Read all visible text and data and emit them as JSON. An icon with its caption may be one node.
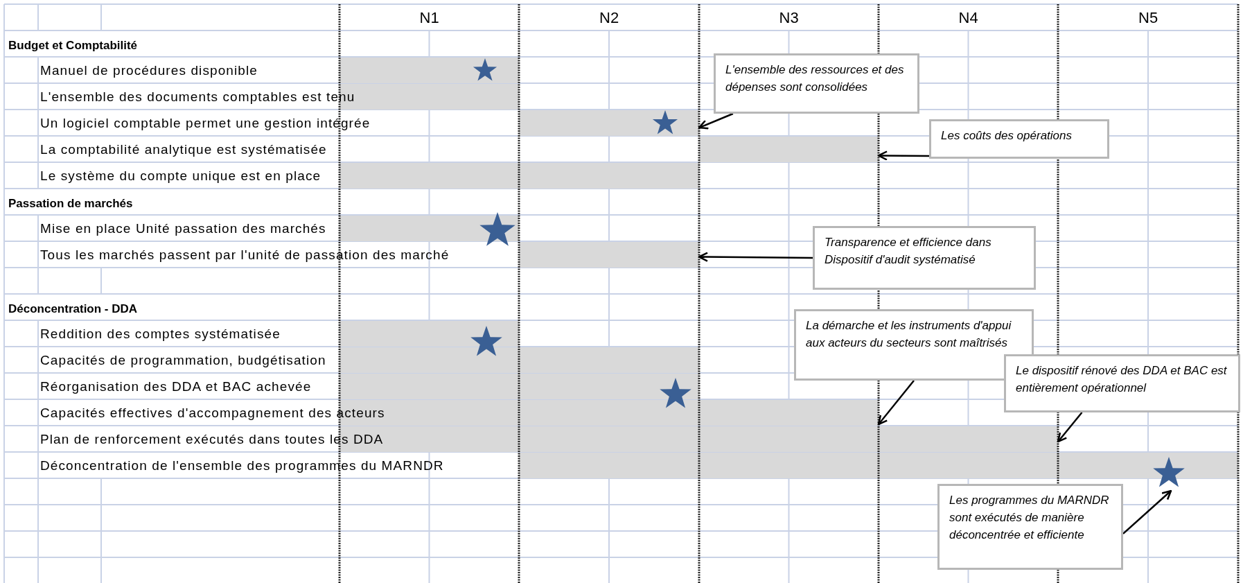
{
  "diagram": {
    "nodes": [
      {
        "text": [
          "L'ensemble des ressources et des dépenses sont consolidées"
        ]
      },
      {
        "text": [],
        "shape": "bar"
      },
      {
        "text": [],
        "shape": "star",
        "in": 1
      },
      {
        "text": [],
        "shape": "bar"
      },
      {
        "text": [],
        "shape": "bar"
      },
      {
        "text": [],
        "shape": "star",
        "in": 4
      },
      {
        "text": [
          "Les coûts des opérations"
        ]
      },
      {
        "text": [],
        "shape": "bar"
      },
      {
        "text": [],
        "shape": "bar"
      },
      {
        "text": [],
        "shape": "bar"
      },
      {
        "text": [],
        "shape": "star"
      },
      {
        "text": [
          "Transparence et efficience dans",
          "Dispositif d'audit systématisé"
        ]
      },
      {
        "text": [],
        "shape": "bar"
      },
      {
        "text": [
          "La démarche et les instruments d'appui aux acteurs du secteurs sont maîtrisés"
        ]
      },
      {
        "text": [],
        "shape": "bar"
      },
      {
        "text": [],
        "shape": "star"
      },
      {
        "text": [
          "Le dispositif rénové des DDA et BAC est entièrement opérationnel"
        ]
      },
      {
        "text": [],
        "shape": "bar"
      },
      {
        "text": [],
        "shape": "bar"
      },
      {
        "text": [],
        "shape": "star"
      },
      {
        "text": [],
        "shape": "bar"
      },
      {
        "text": [],
        "shape": "bar"
      },
      {
        "text": [],
        "shape": "bar"
      },
      {
        "text": [],
        "shape": "star"
      },
      {
        "text": [
          "Les programmes du MARNDR sont exécutés de manière déconcentrée et efficiente"
        ]
      }
    ],
    "edges": [
      {
        "from": 0,
        "to": 4,
        "arrow": "to"
      },
      {
        "from": 6,
        "to": 7,
        "arrow": "to"
      },
      {
        "from": 11,
        "to": 12,
        "arrow": "to"
      },
      {
        "from": 13,
        "to": 20,
        "arrow": "to"
      },
      {
        "from": 16,
        "to": 21,
        "arrow": "to"
      },
      {
        "from": 24,
        "to": 23,
        "arrow": "to"
      }
    ],
    "labels": [
      "N1",
      "N2",
      "N3",
      "N4",
      "N5",
      "Budget et Comptabilité",
      "Manuel de procédures disponible",
      "L'ensemble des documents comptables est tenu",
      "Un logiciel comptable permet une gestion intégrée",
      "La comptabilité analytique est systématisée",
      "Le système du compte unique est en place",
      "Passation de marchés",
      "Mise en place Unité passation des marchés",
      "Tous les marchés passent par l'unité de passation des marché",
      "Déconcentration - DDA",
      "Reddition des comptes systématisée",
      "Capacités de programmation, budgétisation",
      "Réorganisation des DDA et BAC achevée",
      "Capacités effectives d'accompagnement des acteurs",
      "Plan de renforcement exécutés dans toutes les DDA",
      "Déconcentration de l'ensemble des programmes du MARNDR"
    ]
  }
}
